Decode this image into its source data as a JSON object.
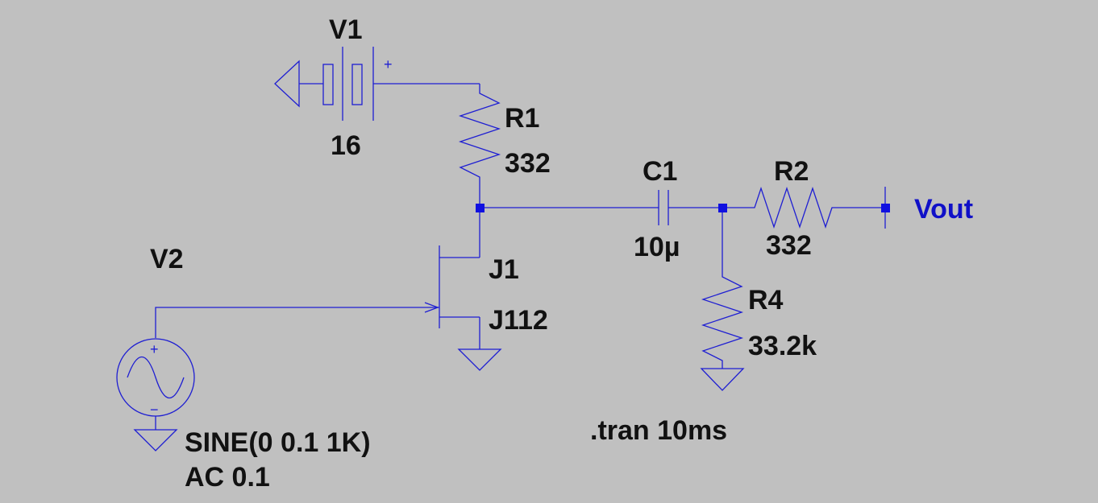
{
  "colors": {
    "background": "#c0c0c0",
    "wire": "#1e1ed2",
    "label": "#111111",
    "net_label": "#1010c8"
  },
  "components": {
    "v1": {
      "name": "V1",
      "value": "16"
    },
    "v2": {
      "name": "V2",
      "value": "SINE(0 0.1 1K)",
      "ac": "AC 0.1"
    },
    "r1": {
      "name": "R1",
      "value": "332"
    },
    "r2": {
      "name": "R2",
      "value": "332"
    },
    "r4": {
      "name": "R4",
      "value": "33.2k"
    },
    "c1": {
      "name": "C1",
      "value": "10µ"
    },
    "j1": {
      "name": "J1",
      "value": "J112"
    }
  },
  "net_labels": {
    "vout": "Vout"
  },
  "polarity": {
    "plus": "+",
    "minus": "−"
  },
  "directive": ".tran 10ms"
}
